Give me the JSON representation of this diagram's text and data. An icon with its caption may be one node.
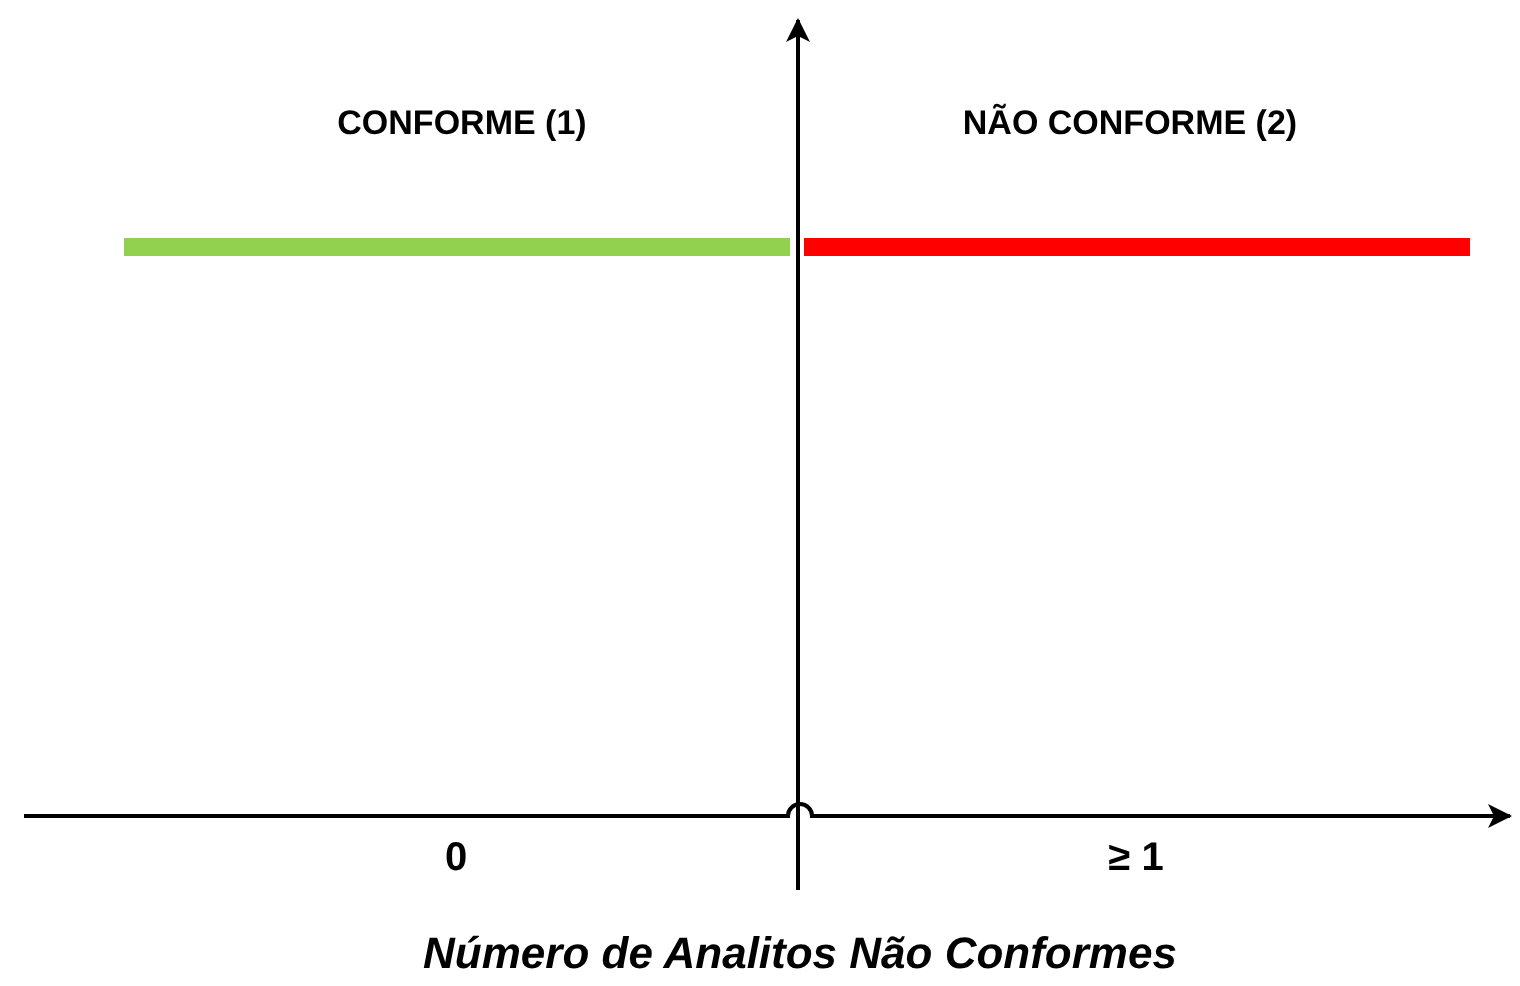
{
  "diagram": {
    "caption": "Número de Analitos Não Conformes",
    "labels": [
      "CONFORME (1)",
      "NÃO CONFORME (2)",
      "0",
      "≥ 1"
    ]
  }
}
